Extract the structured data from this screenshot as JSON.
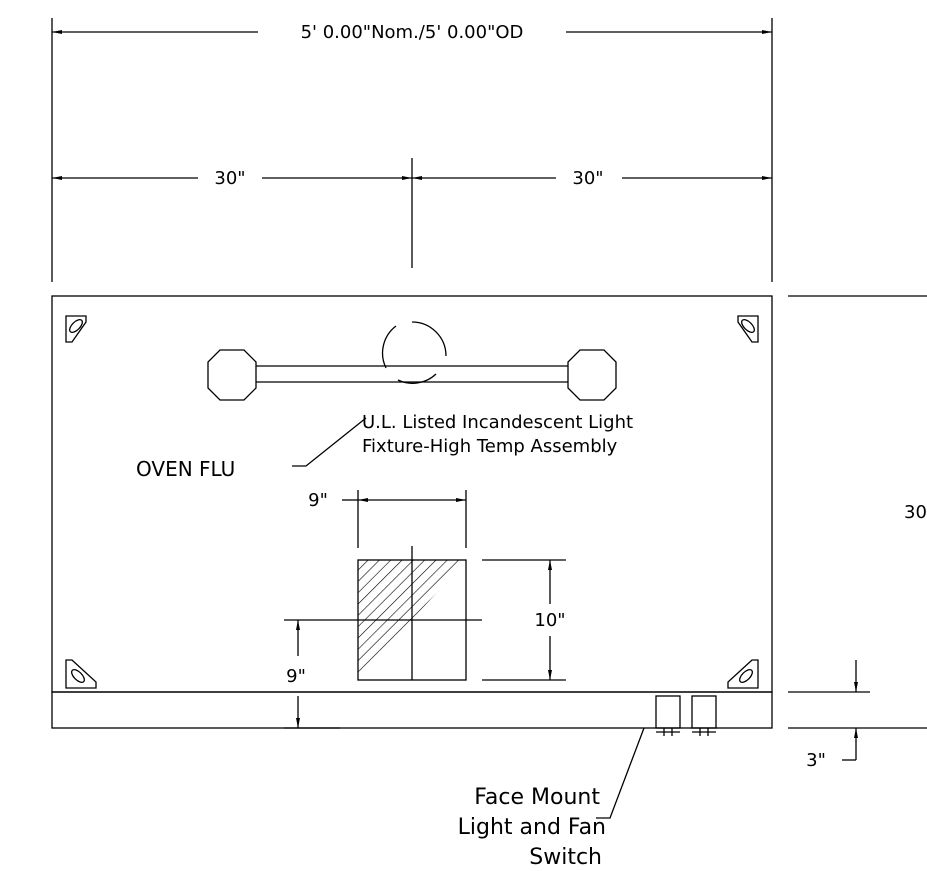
{
  "dimensions": {
    "overall_width": "5' 0.00\"Nom./5' 0.00\"OD",
    "left_half": "30\"",
    "right_half": "30\"",
    "cutout_width": "9\"",
    "cutout_height": "10\"",
    "cutout_from_bottom": "9\"",
    "front_band": "3\"",
    "side_depth_partial": "30"
  },
  "labels": {
    "light_fixture_line1": "U.L. Listed Incandescent Light",
    "light_fixture_line2": "Fixture-High Temp Assembly",
    "oven_flu": "OVEN FLU",
    "switch_line1": "Face Mount",
    "switch_line2": "Light and Fan",
    "switch_line3": "Switch"
  }
}
